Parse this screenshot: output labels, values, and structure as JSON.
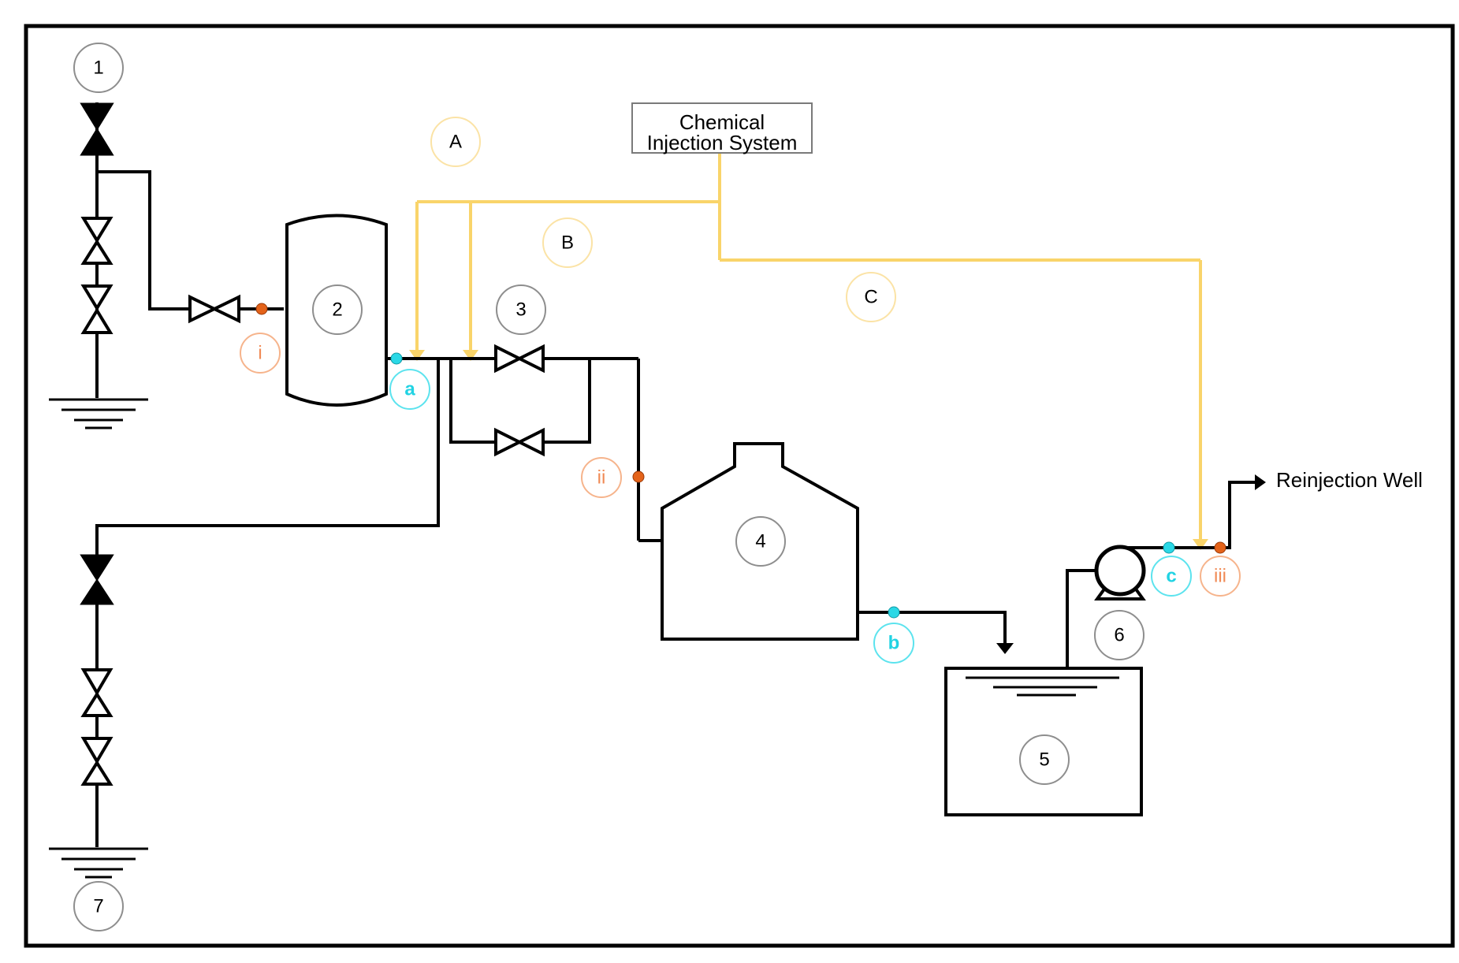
{
  "equipment_labels": [
    "1",
    "2",
    "3",
    "4",
    "5",
    "6",
    "7"
  ],
  "chemical_box": {
    "line1": "Chemical",
    "line2": "Injection System"
  },
  "injection_points": [
    "A",
    "B",
    "C"
  ],
  "orange_points": [
    "i",
    "ii",
    "iii"
  ],
  "cyan_points": [
    "a",
    "b",
    "c"
  ],
  "outlet_label": "Reinjection Well",
  "colors": {
    "pipe": "#000000",
    "chemical_line": "#F9D46A",
    "orange_marker": "#E4631A",
    "orange_text": "#F08A55",
    "cyan_marker": "#2AD8E6",
    "cyan_text": "#21D3E3",
    "label_circle": "#8E8E8E"
  }
}
